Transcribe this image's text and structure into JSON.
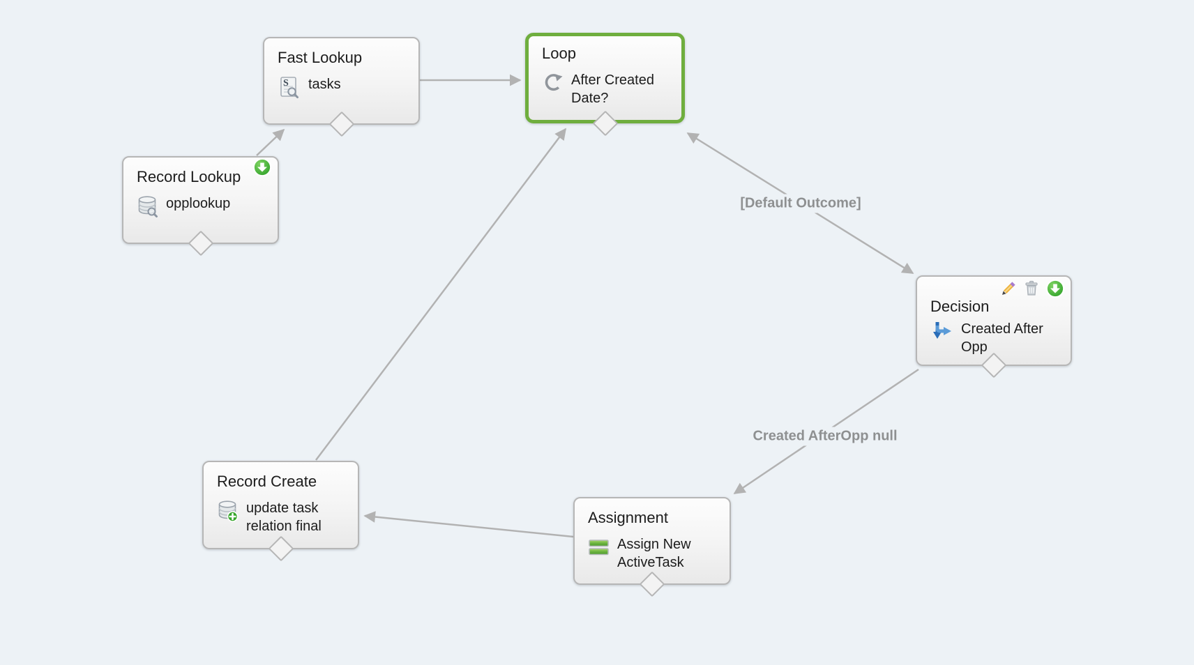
{
  "canvas": {
    "background_color": "#edf2f6"
  },
  "colors": {
    "node_border": "#b6b6b6",
    "selected_node_border_green": "#6fae3e",
    "connector_gray": "#b2b2b2",
    "connector_label_gray": "#8e9091",
    "start_badge_green": "#2f9e2b",
    "decision_icon_blue": "#2a6db8",
    "assignment_icon_green": "#6cb33f"
  },
  "nodes": {
    "fast_lookup": {
      "type_label": "Fast Lookup",
      "name_label": "tasks",
      "icon": "fast-lookup-icon"
    },
    "loop": {
      "type_label": "Loop",
      "name_label": "After Created Date?",
      "icon": "loop-icon",
      "selected": true
    },
    "record_lookup": {
      "type_label": "Record Lookup",
      "name_label": "opplookup",
      "icon": "record-lookup-icon",
      "badge": "start-indicator"
    },
    "decision": {
      "type_label": "Decision",
      "name_label": "Created After Opp",
      "icon": "decision-icon",
      "hover_tools": [
        "edit",
        "delete",
        "start-indicator"
      ]
    },
    "record_create": {
      "type_label": "Record Create",
      "name_label": "update task relation final",
      "icon": "record-create-icon"
    },
    "assignment": {
      "type_label": "Assignment",
      "name_label": "Assign New ActiveTask",
      "icon": "assignment-icon"
    }
  },
  "connector_labels": {
    "default_outcome": "[Default Outcome]",
    "created_after_opp_null": "Created AfterOpp null"
  },
  "connectors": [
    {
      "from": "Record Lookup",
      "to": "Fast Lookup"
    },
    {
      "from": "Fast Lookup",
      "to": "Loop"
    },
    {
      "from": "Loop",
      "to": "Decision"
    },
    {
      "from": "Decision",
      "to": "Loop",
      "label": "[Default Outcome]"
    },
    {
      "from": "Decision",
      "to": "Assignment",
      "label": "Created AfterOpp null"
    },
    {
      "from": "Assignment",
      "to": "Record Create"
    },
    {
      "from": "Record Create",
      "to": "Loop"
    }
  ]
}
